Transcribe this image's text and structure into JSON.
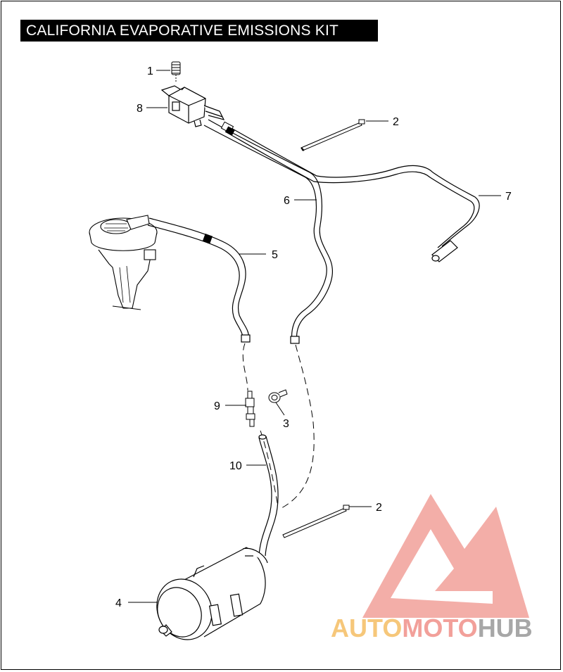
{
  "title": "CALIFORNIA EVAPORATIVE EMISSIONS KIT",
  "callouts": [
    {
      "id": "c1",
      "label": "1"
    },
    {
      "id": "c8",
      "label": "8"
    },
    {
      "id": "c2a",
      "label": "2"
    },
    {
      "id": "c6",
      "label": "6"
    },
    {
      "id": "c7",
      "label": "7"
    },
    {
      "id": "c5",
      "label": "5"
    },
    {
      "id": "c9",
      "label": "9"
    },
    {
      "id": "c3",
      "label": "3"
    },
    {
      "id": "c10",
      "label": "10"
    },
    {
      "id": "c2b",
      "label": "2"
    },
    {
      "id": "c4",
      "label": "4"
    }
  ],
  "watermark": {
    "part1": "AUTO",
    "part2": "MOTO",
    "part3": "HUB",
    "color_auto": "#f6c77a",
    "color_moto": "#f2a09a",
    "color_hub": "#a7a7a7",
    "logo_color": "#f2a09a"
  }
}
